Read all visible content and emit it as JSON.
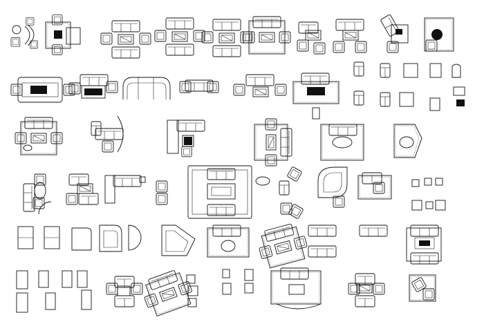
{
  "sheet": {
    "background": "#ffffff",
    "line_color": "#111111",
    "rows": [
      {
        "row": 1,
        "groups": [
          "sofa-set-round",
          "living-set-rug",
          "sofa-set",
          "sofa-set",
          "sofa-set",
          "sofa-set-rug",
          "sofa-set",
          "sofa-set",
          "sofa-set",
          "sofa-set-rug"
        ]
      },
      {
        "row": 2,
        "groups": [
          "sofa-set-long",
          "sofa-set",
          "sectional-curved",
          "sofa-set",
          "sofa-set",
          "sofa-set-rug",
          "single-sofas"
        ]
      },
      {
        "row": 3,
        "groups": [
          "sofa-set-rug",
          "sofa-set-curved",
          "l-sofa-set",
          "sofa-set",
          "sofa-set-rug",
          "sofa-set-rug"
        ]
      },
      {
        "row": 4,
        "groups": [
          "sofa-set",
          "sofa-set",
          "l-sectional",
          "sofa-set-large",
          "armchairs",
          "sectional-round",
          "sofa-set",
          "single-chairs"
        ]
      },
      {
        "row": 5,
        "groups": [
          "sofas-elevation",
          "curved-sectionals",
          "sofa-set-rug",
          "sofa-set-rug",
          "sofas-plain",
          "sofa-set"
        ]
      },
      {
        "row": 6,
        "groups": [
          "sofas-plain",
          "sofa-set",
          "sofa-set-rug",
          "armchairs",
          "sofa-set-curved",
          "sofa-set",
          "sofa-set-rug"
        ]
      }
    ]
  }
}
